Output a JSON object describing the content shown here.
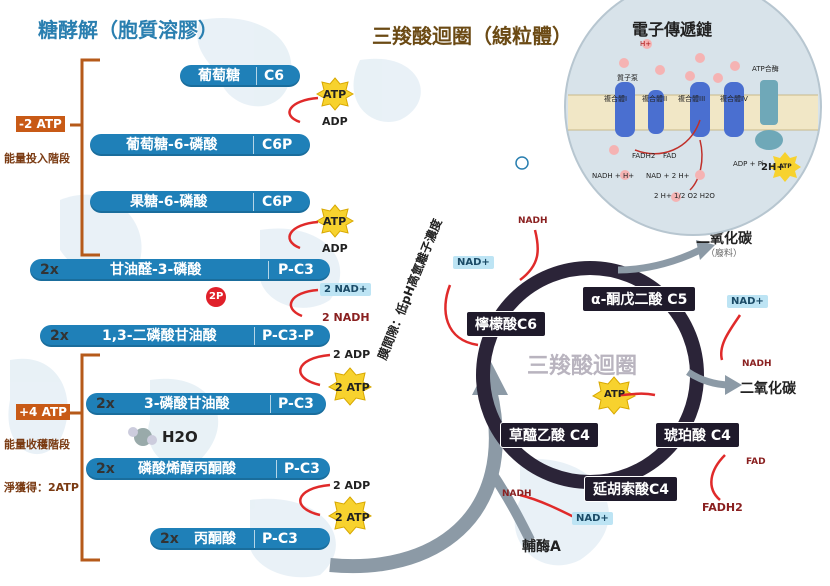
{
  "titles": {
    "glycolysis": "糖酵解（胞質溶膠）",
    "krebs": "三羧酸迴圈（線粒體）"
  },
  "etc": {
    "title": "電子傳遞鏈",
    "h_plus": "H+",
    "proton_pump": "質子泵",
    "complex_1": "複合體I",
    "complex_2": "複合體II",
    "complex_3": "複合體III",
    "complex_4": "複合體IV",
    "atp_synthase": "ATP合酶",
    "fadh2": "FADH2",
    "fad": "FAD",
    "nadh_h": "NADH + H+",
    "nad_plus_h": "NAD + 2 H+",
    "water_formula": "2 H+ 1/2 O2 H2O",
    "two_h": "2H+",
    "adp_pi": "ADP + Pi",
    "atp": "ATP"
  },
  "glycolysis": {
    "phase_invest_tag": "-2 ATP",
    "phase_invest_label": "能量投入階段",
    "phase_gain_tag": "+4 ATP",
    "phase_gain_label": "能量收穫階段",
    "net_gain": "淨獲得：2ATP",
    "steps": [
      {
        "name": "葡萄糖",
        "code": "C6",
        "count": ""
      },
      {
        "name": "葡萄糖-6-磷酸",
        "code": "C6P",
        "count": ""
      },
      {
        "name": "果糖-6-磷酸",
        "code": "C6P",
        "count": ""
      },
      {
        "name": "甘油醛-3-磷酸",
        "code": "P-C3",
        "count": "2x"
      },
      {
        "name": "1,3-二磷酸甘油酸",
        "code": "P-C3-P",
        "count": "2x"
      },
      {
        "name": "3-磷酸甘油酸",
        "code": "P-C3",
        "count": "2x"
      },
      {
        "name": "磷酸烯醇丙酮酸",
        "code": "P-C3",
        "count": "2x"
      },
      {
        "name": "丙酮酸",
        "code": "P-C3",
        "count": "2x"
      }
    ],
    "atp": "ATP",
    "adp": "ADP",
    "two_p": "2P",
    "two_nad": "2 NAD+",
    "two_nadh": "2 NADH",
    "two_adp": "2 ADP",
    "two_atp": "2 ATP",
    "water": "H2O"
  },
  "transport_label": "膜間隙：低pH高氫離子濃度",
  "krebs": {
    "center": "三羧酸迴圈",
    "citrate": "檸檬酸C6",
    "akg": "α-酮戊二酸 C5",
    "succinate": "琥珀酸 C4",
    "fumarate": "延胡索酸C4",
    "oxaloacetate": "草醯乙酸 C4",
    "co2": "二氧化碳",
    "co2_waste": "（廢料）",
    "co2_2": "二氧化碳",
    "nadh": "NADH",
    "nad_plus": "NAD+",
    "atp": "ATP",
    "fad": "FAD",
    "fadh2": "FADH2",
    "coa": "輔酶A"
  }
}
